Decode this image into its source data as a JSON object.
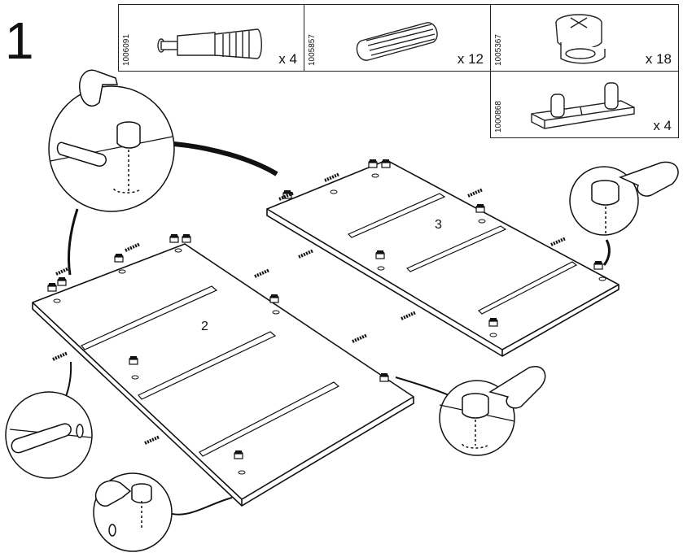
{
  "step": {
    "number": "1"
  },
  "parts": [
    {
      "code": "1006091",
      "quantity": "x 4",
      "icon": "cam-bolt-icon"
    },
    {
      "code": "1005857",
      "quantity": "x 12",
      "icon": "wooden-dowel-icon"
    },
    {
      "code": "1005367",
      "quantity": "x 18",
      "icon": "cam-lock-icon"
    },
    {
      "code": "1000868",
      "quantity": "x 4",
      "icon": "shelf-support-icon"
    }
  ],
  "panels": [
    {
      "label": "2"
    },
    {
      "label": "3"
    }
  ],
  "details": [
    {
      "icon": "hand-pointing-icon",
      "name": "dowel-and-cam-detail"
    },
    {
      "icon": "hand-pointing-icon",
      "name": "cam-lock-detail-right"
    },
    {
      "icon": "hand-pointing-icon",
      "name": "cam-lock-detail-bottom"
    },
    {
      "icon": "wooden-dowel-icon",
      "name": "dowel-insert-detail"
    },
    {
      "icon": "hand-pointing-icon",
      "name": "cam-bolt-detail"
    }
  ]
}
